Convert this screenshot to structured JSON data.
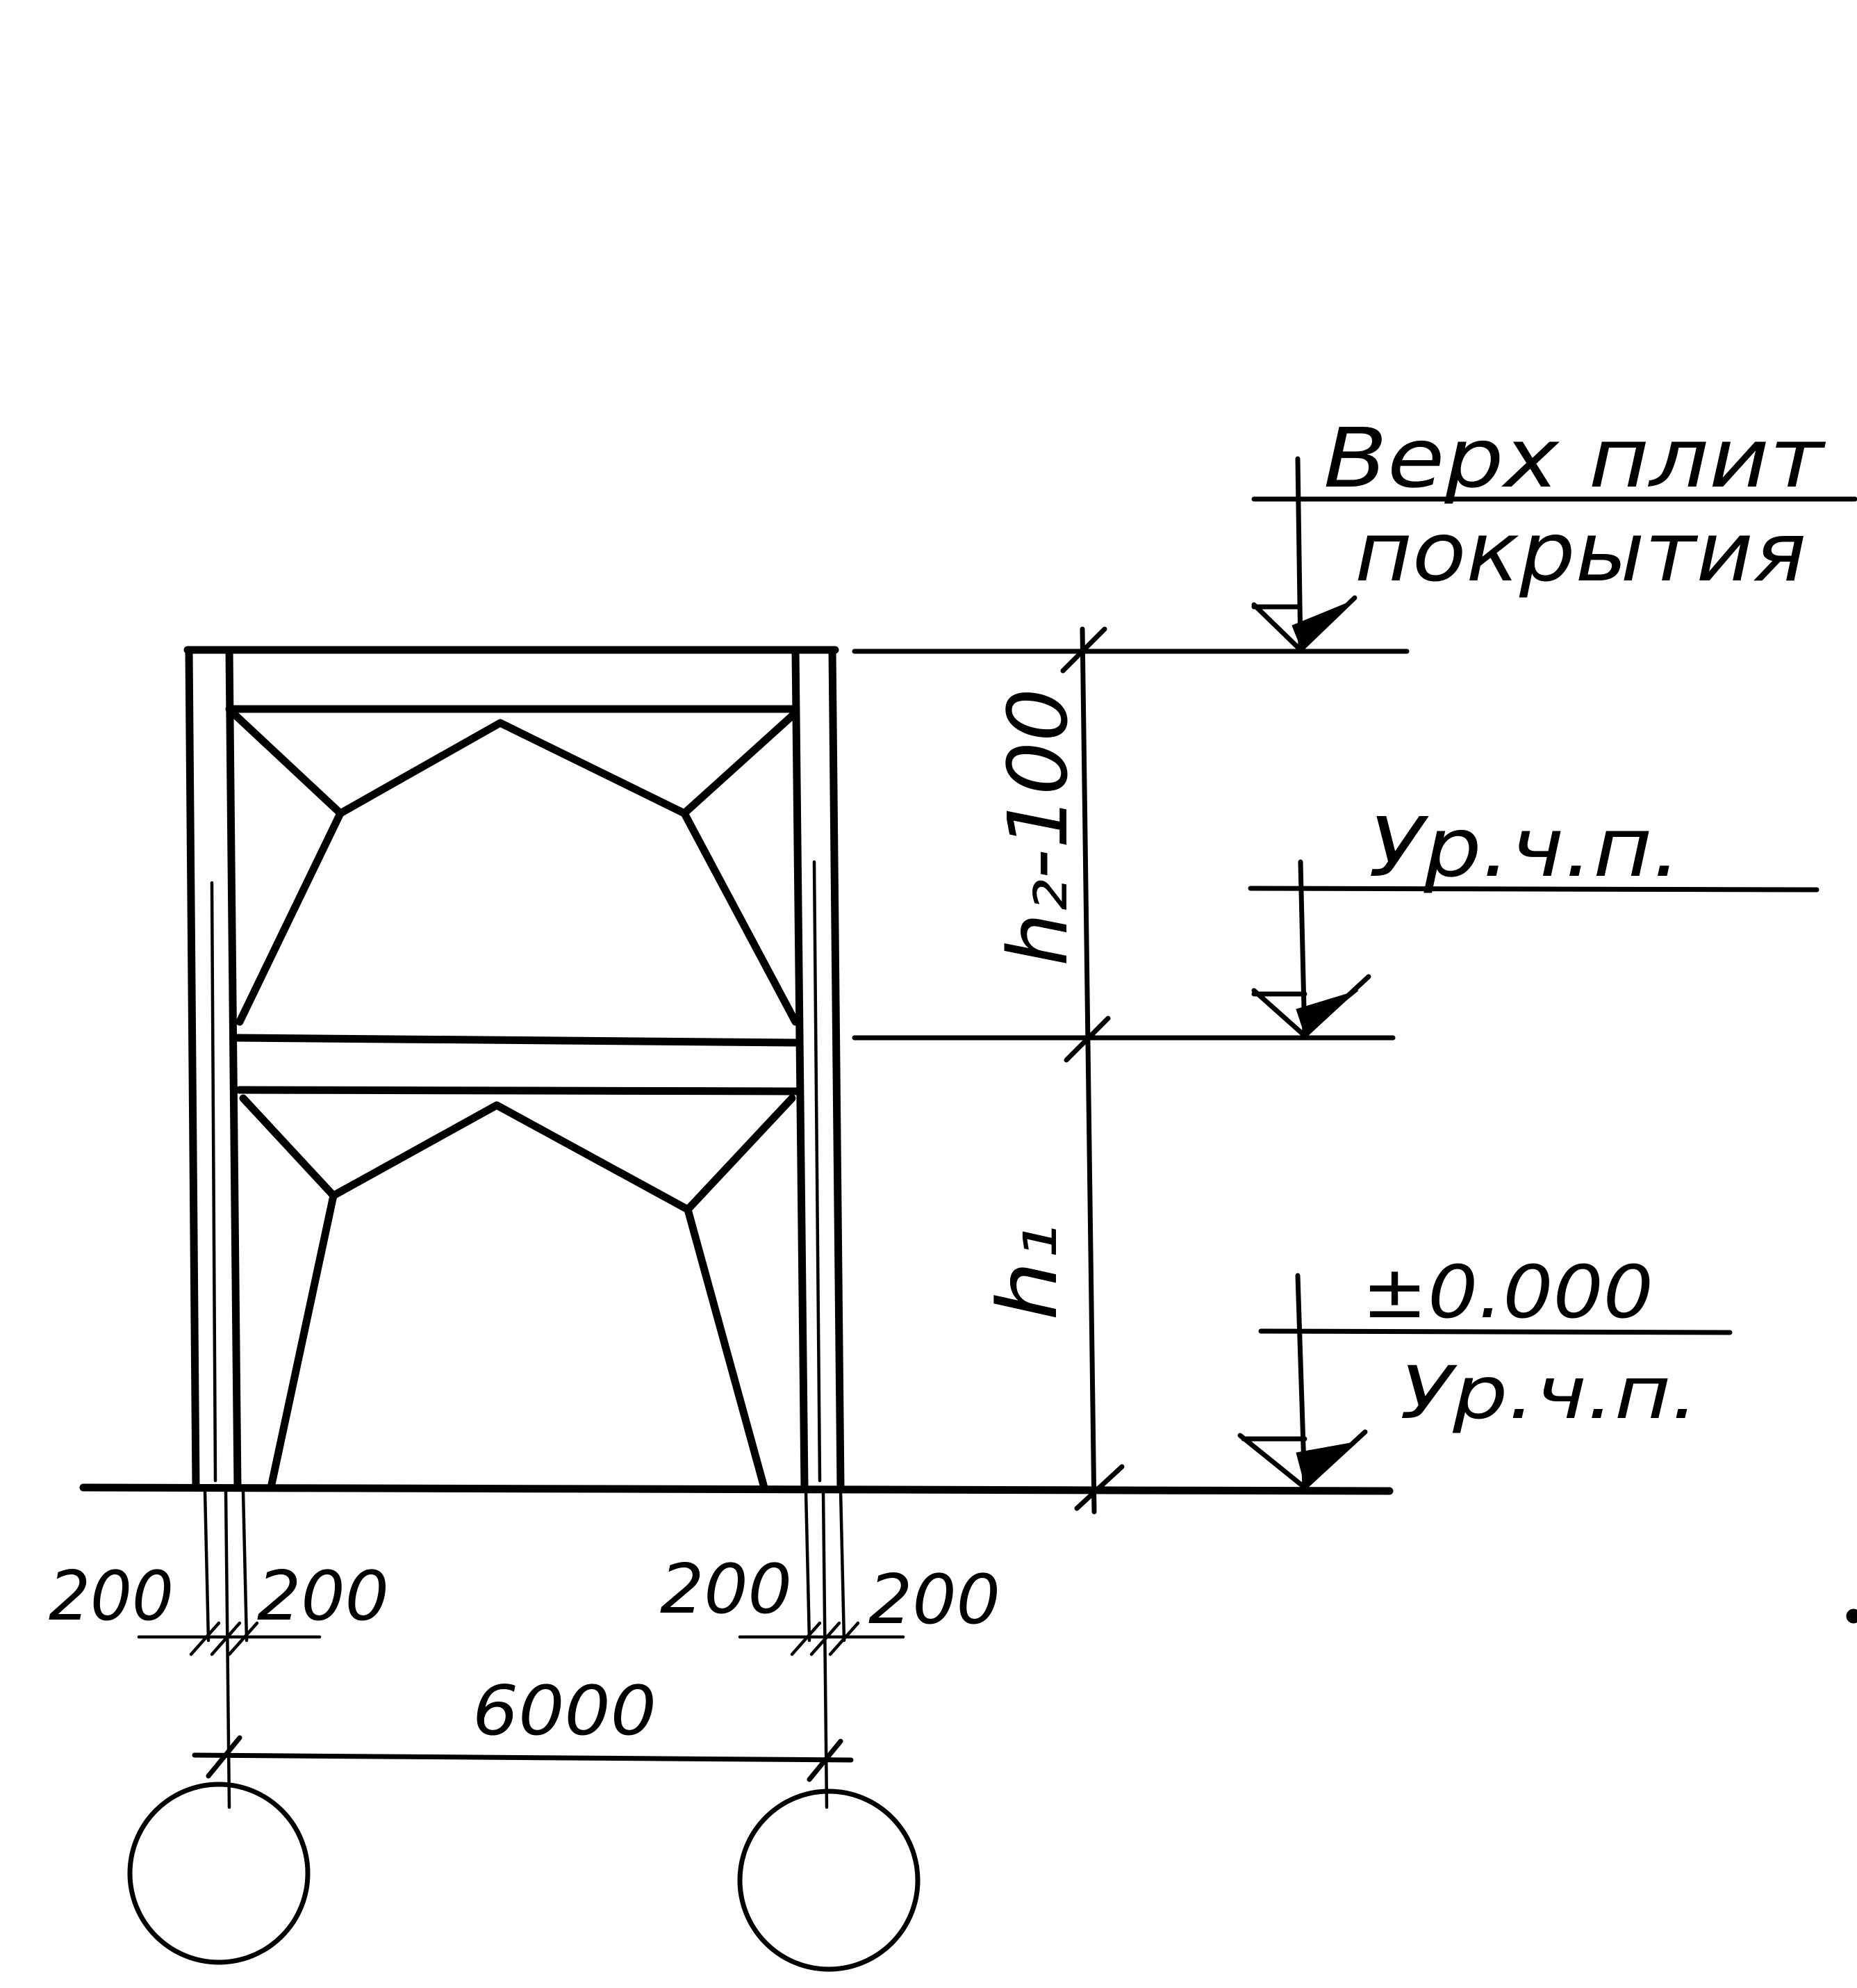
{
  "elevations": {
    "top": {
      "line1": "Верх плит",
      "line2": "покрытия"
    },
    "middle": {
      "label": "Ур.ч.п."
    },
    "ground": {
      "line1": "±0.000",
      "line2": "Ур.ч.п."
    }
  },
  "heights": {
    "upper": "h₂-100",
    "lower": "h₁"
  },
  "dimensions": {
    "left_offset_a": "200",
    "left_offset_b": "200",
    "right_offset_a": "200",
    "right_offset_b": "200",
    "span": "6000"
  },
  "axes": {
    "left": "",
    "right": ""
  },
  "colors": {
    "ink": "#000000",
    "paper": "#ffffff"
  }
}
